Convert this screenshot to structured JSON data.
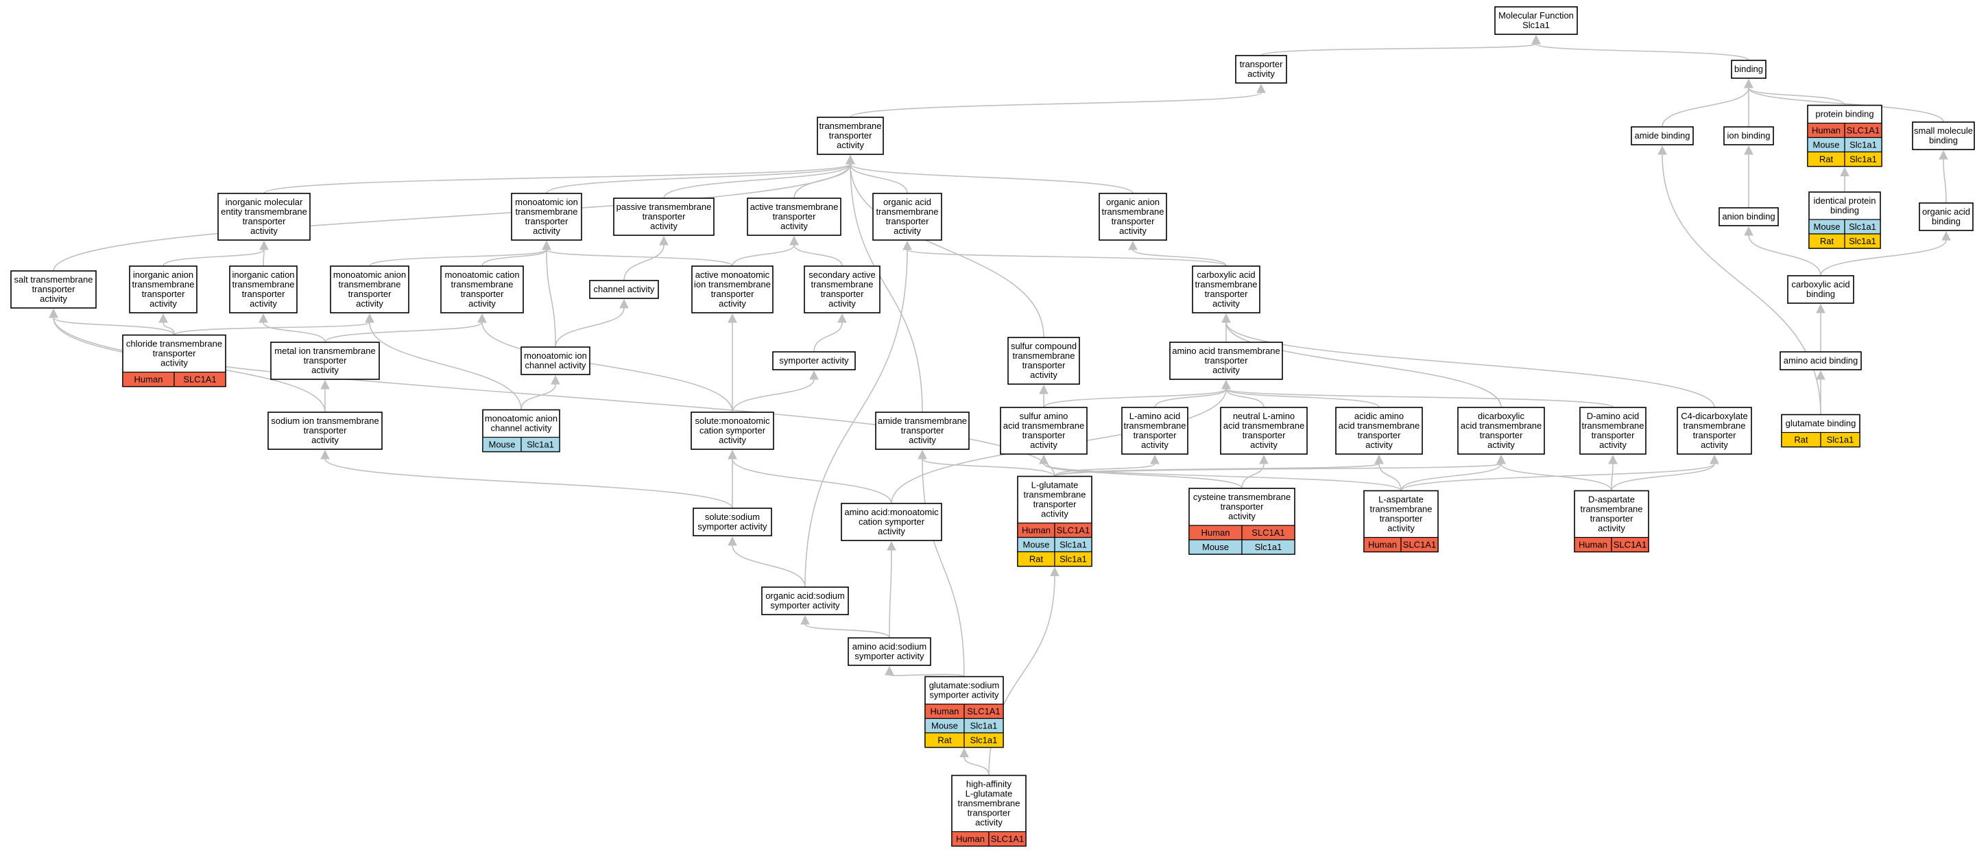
{
  "diagram": {
    "colors": {
      "Human": "#f26448",
      "Mouse": "#a8d8e8",
      "Rat": "#ffcc00",
      "edge": "#c0c0c0"
    },
    "nodes": [
      {
        "id": "mf",
        "lines": [
          "Molecular Function",
          "Slc1a1"
        ],
        "genes": []
      },
      {
        "id": "transporter",
        "lines": [
          "transporter",
          "activity"
        ],
        "genes": []
      },
      {
        "id": "binding",
        "lines": [
          "binding"
        ],
        "genes": []
      },
      {
        "id": "tmta",
        "lines": [
          "transmembrane",
          "transporter",
          "activity"
        ],
        "genes": []
      },
      {
        "id": "amide_binding",
        "lines": [
          "amide binding"
        ],
        "genes": []
      },
      {
        "id": "ion_binding",
        "lines": [
          "ion binding"
        ],
        "genes": []
      },
      {
        "id": "protein_binding",
        "lines": [
          "protein binding"
        ],
        "genes": [
          [
            "Human",
            "SLC1A1"
          ],
          [
            "Mouse",
            "Slc1a1"
          ],
          [
            "Rat",
            "Slc1a1"
          ]
        ]
      },
      {
        "id": "small_molecule_binding",
        "lines": [
          "small molecule",
          "binding"
        ],
        "genes": []
      },
      {
        "id": "inorg_mol",
        "lines": [
          "inorganic molecular",
          "entity transmembrane",
          "transporter",
          "activity"
        ],
        "genes": []
      },
      {
        "id": "monoion_tm",
        "lines": [
          "monoatomic ion",
          "transmembrane",
          "transporter",
          "activity"
        ],
        "genes": []
      },
      {
        "id": "passive",
        "lines": [
          "passive transmembrane",
          "transporter",
          "activity"
        ],
        "genes": []
      },
      {
        "id": "active_tm",
        "lines": [
          "active transmembrane",
          "transporter",
          "activity"
        ],
        "genes": []
      },
      {
        "id": "org_acid_tm",
        "lines": [
          "organic acid",
          "transmembrane",
          "transporter",
          "activity"
        ],
        "genes": []
      },
      {
        "id": "org_anion_tm",
        "lines": [
          "organic anion",
          "transmembrane",
          "transporter",
          "activity"
        ],
        "genes": []
      },
      {
        "id": "identical_protein",
        "lines": [
          "identical protein",
          "binding"
        ],
        "genes": [
          [
            "Mouse",
            "Slc1a1"
          ],
          [
            "Rat",
            "Slc1a1"
          ]
        ]
      },
      {
        "id": "anion_binding",
        "lines": [
          "anion binding"
        ],
        "genes": []
      },
      {
        "id": "organic_acid_binding",
        "lines": [
          "organic acid",
          "binding"
        ],
        "genes": []
      },
      {
        "id": "salt_tm",
        "lines": [
          "salt transmembrane",
          "transporter",
          "activity"
        ],
        "genes": []
      },
      {
        "id": "inorg_anion",
        "lines": [
          "inorganic anion",
          "transmembrane",
          "transporter",
          "activity"
        ],
        "genes": []
      },
      {
        "id": "inorg_cation",
        "lines": [
          "inorganic cation",
          "transmembrane",
          "transporter",
          "activity"
        ],
        "genes": []
      },
      {
        "id": "monoanion_tm",
        "lines": [
          "monoatomic anion",
          "transmembrane",
          "transporter",
          "activity"
        ],
        "genes": []
      },
      {
        "id": "monocation_tm",
        "lines": [
          "monoatomic cation",
          "transmembrane",
          "transporter",
          "activity"
        ],
        "genes": []
      },
      {
        "id": "channel",
        "lines": [
          "channel activity"
        ],
        "genes": []
      },
      {
        "id": "active_monoion",
        "lines": [
          "active monoatomic",
          "ion transmembrane",
          "transporter",
          "activity"
        ],
        "genes": []
      },
      {
        "id": "secondary_active",
        "lines": [
          "secondary active",
          "transmembrane",
          "transporter",
          "activity"
        ],
        "genes": []
      },
      {
        "id": "carboxylic_tm",
        "lines": [
          "carboxylic acid",
          "transmembrane",
          "transporter",
          "activity"
        ],
        "genes": []
      },
      {
        "id": "carboxylic_binding",
        "lines": [
          "carboxylic acid",
          "binding"
        ],
        "genes": []
      },
      {
        "id": "chloride_tm",
        "lines": [
          "chloride transmembrane",
          "transporter",
          "activity"
        ],
        "genes": [
          [
            "Human",
            "SLC1A1"
          ]
        ]
      },
      {
        "id": "metal_ion_tm",
        "lines": [
          "metal ion transmembrane",
          "transporter",
          "activity"
        ],
        "genes": []
      },
      {
        "id": "monoion_channel",
        "lines": [
          "monoatomic ion",
          "channel activity"
        ],
        "genes": []
      },
      {
        "id": "symporter",
        "lines": [
          "symporter activity"
        ],
        "genes": []
      },
      {
        "id": "sulfur_compound",
        "lines": [
          "sulfur compound",
          "transmembrane",
          "transporter",
          "activity"
        ],
        "genes": []
      },
      {
        "id": "amino_acid_tm",
        "lines": [
          "amino acid transmembrane",
          "transporter",
          "activity"
        ],
        "genes": []
      },
      {
        "id": "amino_acid_binding",
        "lines": [
          "amino acid binding"
        ],
        "genes": []
      },
      {
        "id": "sodium_ion_tm",
        "lines": [
          "sodium ion transmembrane",
          "transporter",
          "activity"
        ],
        "genes": []
      },
      {
        "id": "monoanion_channel",
        "lines": [
          "monoatomic anion",
          "channel activity"
        ],
        "genes": [
          [
            "Mouse",
            "Slc1a1"
          ]
        ]
      },
      {
        "id": "solute_monocation",
        "lines": [
          "solute:monoatomic",
          "cation symporter",
          "activity"
        ],
        "genes": []
      },
      {
        "id": "amide_tm",
        "lines": [
          "amide transmembrane",
          "transporter",
          "activity"
        ],
        "genes": []
      },
      {
        "id": "sulfur_amino",
        "lines": [
          "sulfur amino",
          "acid transmembrane",
          "transporter",
          "activity"
        ],
        "genes": []
      },
      {
        "id": "l_amino",
        "lines": [
          "L-amino acid",
          "transmembrane",
          "transporter",
          "activity"
        ],
        "genes": []
      },
      {
        "id": "neutral_l_amino",
        "lines": [
          "neutral L-amino",
          "acid transmembrane",
          "transporter",
          "activity"
        ],
        "genes": []
      },
      {
        "id": "acidic_amino",
        "lines": [
          "acidic amino",
          "acid transmembrane",
          "transporter",
          "activity"
        ],
        "genes": []
      },
      {
        "id": "dicarboxylic",
        "lines": [
          "dicarboxylic",
          "acid transmembrane",
          "transporter",
          "activity"
        ],
        "genes": []
      },
      {
        "id": "d_amino",
        "lines": [
          "D-amino acid",
          "transmembrane",
          "transporter",
          "activity"
        ],
        "genes": []
      },
      {
        "id": "c4_dicarboxylate",
        "lines": [
          "C4-dicarboxylate",
          "transmembrane",
          "transporter",
          "activity"
        ],
        "genes": []
      },
      {
        "id": "glutamate_binding",
        "lines": [
          "glutamate binding"
        ],
        "genes": [
          [
            "Rat",
            "Slc1a1"
          ]
        ]
      },
      {
        "id": "l_glutamate_tm",
        "lines": [
          "L-glutamate",
          "transmembrane",
          "transporter",
          "activity"
        ],
        "genes": [
          [
            "Human",
            "SLC1A1"
          ],
          [
            "Mouse",
            "Slc1a1"
          ],
          [
            "Rat",
            "Slc1a1"
          ]
        ]
      },
      {
        "id": "cysteine_tm",
        "lines": [
          "cysteine transmembrane",
          "transporter",
          "activity"
        ],
        "genes": [
          [
            "Human",
            "SLC1A1"
          ],
          [
            "Mouse",
            "Slc1a1"
          ]
        ]
      },
      {
        "id": "l_aspartate",
        "lines": [
          "L-aspartate",
          "transmembrane",
          "transporter",
          "activity"
        ],
        "genes": [
          [
            "Human",
            "SLC1A1"
          ]
        ]
      },
      {
        "id": "d_aspartate",
        "lines": [
          "D-aspartate",
          "transmembrane",
          "transporter",
          "activity"
        ],
        "genes": [
          [
            "Human",
            "SLC1A1"
          ]
        ]
      },
      {
        "id": "solute_sodium",
        "lines": [
          "solute:sodium",
          "symporter activity"
        ],
        "genes": []
      },
      {
        "id": "aa_monocation",
        "lines": [
          "amino acid:monoatomic",
          "cation symporter",
          "activity"
        ],
        "genes": []
      },
      {
        "id": "org_acid_sodium",
        "lines": [
          "organic acid:sodium",
          "symporter activity"
        ],
        "genes": []
      },
      {
        "id": "aa_sodium",
        "lines": [
          "amino acid:sodium",
          "symporter activity"
        ],
        "genes": []
      },
      {
        "id": "glutamate_sodium",
        "lines": [
          "glutamate:sodium",
          "symporter activity"
        ],
        "genes": [
          [
            "Human",
            "SLC1A1"
          ],
          [
            "Mouse",
            "Slc1a1"
          ],
          [
            "Rat",
            "Slc1a1"
          ]
        ]
      },
      {
        "id": "high_affinity",
        "lines": [
          "high-affinity",
          "L-glutamate",
          "transmembrane",
          "transporter",
          "activity"
        ],
        "genes": [
          [
            "Human",
            "SLC1A1"
          ]
        ]
      }
    ],
    "edges": [
      [
        "transporter",
        "mf"
      ],
      [
        "binding",
        "mf"
      ],
      [
        "tmta",
        "transporter"
      ],
      [
        "amide_binding",
        "binding"
      ],
      [
        "ion_binding",
        "binding"
      ],
      [
        "protein_binding",
        "binding"
      ],
      [
        "small_molecule_binding",
        "binding"
      ],
      [
        "inorg_mol",
        "tmta"
      ],
      [
        "monoion_tm",
        "tmta"
      ],
      [
        "passive",
        "tmta"
      ],
      [
        "active_tm",
        "tmta"
      ],
      [
        "org_acid_tm",
        "tmta"
      ],
      [
        "org_anion_tm",
        "tmta"
      ],
      [
        "salt_tm",
        "tmta"
      ],
      [
        "sulfur_compound",
        "tmta"
      ],
      [
        "amide_tm",
        "tmta"
      ],
      [
        "identical_protein",
        "protein_binding"
      ],
      [
        "anion_binding",
        "ion_binding"
      ],
      [
        "organic_acid_binding",
        "small_molecule_binding"
      ],
      [
        "inorg_anion",
        "inorg_mol"
      ],
      [
        "inorg_cation",
        "inorg_mol"
      ],
      [
        "monoanion_tm",
        "monoion_tm"
      ],
      [
        "monocation_tm",
        "monoion_tm"
      ],
      [
        "channel",
        "passive"
      ],
      [
        "active_monoion",
        "monoion_tm"
      ],
      [
        "active_monoion",
        "active_tm"
      ],
      [
        "secondary_active",
        "active_tm"
      ],
      [
        "carboxylic_tm",
        "org_acid_tm"
      ],
      [
        "carboxylic_tm",
        "org_anion_tm"
      ],
      [
        "carboxylic_binding",
        "anion_binding"
      ],
      [
        "carboxylic_binding",
        "organic_acid_binding"
      ],
      [
        "chloride_tm",
        "salt_tm"
      ],
      [
        "chloride_tm",
        "inorg_anion"
      ],
      [
        "chloride_tm",
        "monoanion_tm"
      ],
      [
        "metal_ion_tm",
        "inorg_cation"
      ],
      [
        "metal_ion_tm",
        "monocation_tm"
      ],
      [
        "monoion_channel",
        "monoion_tm"
      ],
      [
        "monoion_channel",
        "channel"
      ],
      [
        "symporter",
        "secondary_active"
      ],
      [
        "amino_acid_tm",
        "carboxylic_tm"
      ],
      [
        "amino_acid_binding",
        "carboxylic_binding"
      ],
      [
        "sodium_ion_tm",
        "metal_ion_tm"
      ],
      [
        "sodium_ion_tm",
        "salt_tm"
      ],
      [
        "monoanion_channel",
        "monoanion_tm"
      ],
      [
        "monoanion_channel",
        "monoion_channel"
      ],
      [
        "solute_monocation",
        "active_monoion"
      ],
      [
        "solute_monocation",
        "symporter"
      ],
      [
        "solute_monocation",
        "monocation_tm"
      ],
      [
        "sulfur_amino",
        "amino_acid_tm"
      ],
      [
        "sulfur_amino",
        "sulfur_compound"
      ],
      [
        "l_amino",
        "amino_acid_tm"
      ],
      [
        "neutral_l_amino",
        "amino_acid_tm"
      ],
      [
        "acidic_amino",
        "amino_acid_tm"
      ],
      [
        "dicarboxylic",
        "carboxylic_tm"
      ],
      [
        "d_amino",
        "amino_acid_tm"
      ],
      [
        "c4_dicarboxylate",
        "carboxylic_tm"
      ],
      [
        "glutamate_binding",
        "amino_acid_binding"
      ],
      [
        "glutamate_binding",
        "amide_binding"
      ],
      [
        "l_glutamate_tm",
        "acidic_amino"
      ],
      [
        "l_glutamate_tm",
        "l_amino"
      ],
      [
        "l_glutamate_tm",
        "amide_tm"
      ],
      [
        "l_glutamate_tm",
        "dicarboxylic"
      ],
      [
        "l_glutamate_tm",
        "salt_tm"
      ],
      [
        "cysteine_tm",
        "sulfur_amino"
      ],
      [
        "cysteine_tm",
        "neutral_l_amino"
      ],
      [
        "l_aspartate",
        "acidic_amino"
      ],
      [
        "l_aspartate",
        "dicarboxylic"
      ],
      [
        "l_aspartate",
        "c4_dicarboxylate"
      ],
      [
        "l_aspartate",
        "sulfur_amino"
      ],
      [
        "d_aspartate",
        "d_amino"
      ],
      [
        "d_aspartate",
        "dicarboxylic"
      ],
      [
        "d_aspartate",
        "c4_dicarboxylate"
      ],
      [
        "solute_sodium",
        "solute_monocation"
      ],
      [
        "solute_sodium",
        "sodium_ion_tm"
      ],
      [
        "aa_monocation",
        "solute_monocation"
      ],
      [
        "aa_monocation",
        "amino_acid_tm"
      ],
      [
        "org_acid_sodium",
        "solute_sodium"
      ],
      [
        "org_acid_sodium",
        "org_acid_tm"
      ],
      [
        "aa_sodium",
        "org_acid_sodium"
      ],
      [
        "aa_sodium",
        "aa_monocation"
      ],
      [
        "glutamate_sodium",
        "aa_sodium"
      ],
      [
        "glutamate_sodium",
        "amide_tm"
      ],
      [
        "high_affinity",
        "glutamate_sodium"
      ],
      [
        "high_affinity",
        "l_glutamate_tm"
      ]
    ]
  }
}
